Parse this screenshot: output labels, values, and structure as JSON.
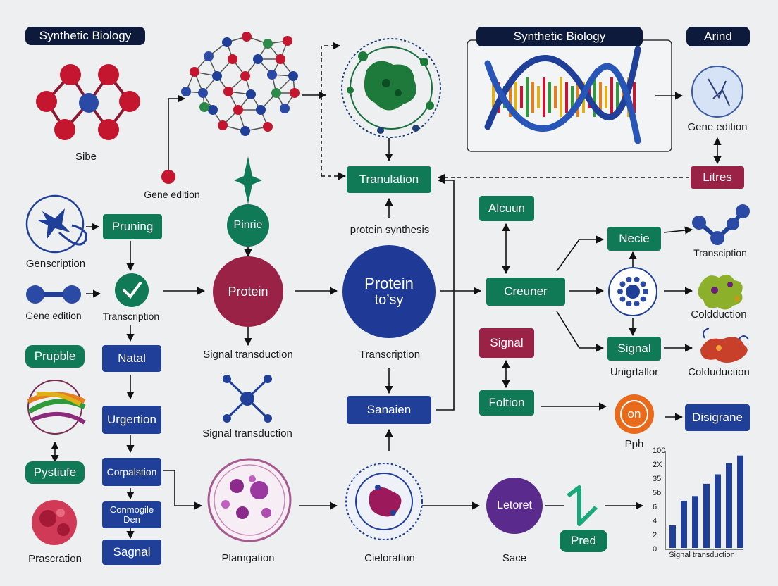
{
  "headers": {
    "top_left": "Synthetic Biology",
    "top_center": "Synthetic Biology",
    "top_right": "Arind"
  },
  "labels": {
    "sibe": "Sibe",
    "gene_edition_top": "Gene edition",
    "genscription": "Genscription",
    "gene_edition_mid": "Gene edition",
    "transcription_left": "Transcription",
    "signal_transduction_a": "Signal transduction",
    "signal_transduction_b": "Signal transduction",
    "protein_synthesis": "protein synthesis",
    "transcription_center": "Transcription",
    "gene_edition_right": "Gene edition",
    "transciption_right": "Transciption",
    "colduction_a": "Coldduction",
    "unigrtallor": "Unigrtallor",
    "colduction_b": "Colduduction",
    "pph": "Pph",
    "prascration": "Prascration",
    "plamgation": "Plamgation",
    "cieloration": "Cieloration",
    "sace": "Sace",
    "chart_caption": "Signal transduction"
  },
  "boxes": {
    "pruning": "Pruning",
    "prupble": "Prupble",
    "natal": "Natal",
    "urgertion": "Urgertion",
    "pystiufe": "Pystiufe",
    "corpalstion": "Corpalstion",
    "conmogile_den": "Conmogile\nDen",
    "signal_left": "Sagnal",
    "tranulation": "Tranulation",
    "sanaien": "Sanaien",
    "alcuun": "Alcuun",
    "creuner": "Creuner",
    "signal_mid": "Signal",
    "foltion": "Foltion",
    "necie": "Necie",
    "signal_right": "Signal",
    "disigrane": "Disigrane",
    "litres": "Litres",
    "pred": "Pred"
  },
  "circles": {
    "pinrie": "Pinrie",
    "protein": "Protein",
    "protein_big_line1": "Protein",
    "protein_big_line2": "to’sy",
    "letoret": "Letoret",
    "on": "on"
  },
  "icons": [
    "molecule-diamond-icon",
    "molecule-cluster-icon",
    "protein-cell-icon",
    "dna-helix-icon",
    "crispr-circle-icon",
    "star-knot-icon",
    "dumbbell-molecule-icon",
    "checkmark-icon",
    "fiber-bundle-icon",
    "red-blood-cell-icon",
    "sparkle-icon",
    "network-node-icon",
    "vesicle-cell-icon",
    "ringed-cell-icon",
    "chain-molecule-icon",
    "nucleus-circle-icon",
    "enzyme-blob-icon",
    "red-protein-icon",
    "orange-ring-icon",
    "zigzag-signal-icon"
  ],
  "colors": {
    "green": "#0f7a55",
    "blue": "#1f3f98",
    "red": "#9b2247",
    "navy": "#0e1a3c",
    "purple": "#5a2a8c"
  },
  "chart_data": {
    "type": "bar",
    "xlabel": "Signal transduction",
    "ytick_labels": [
      "100",
      "2X",
      "35",
      "5b",
      "6",
      "4",
      "2",
      "0"
    ],
    "values": [
      24,
      50,
      55,
      68,
      78,
      90,
      98
    ],
    "ylim": [
      0,
      100
    ],
    "color": "#1f3f98"
  }
}
